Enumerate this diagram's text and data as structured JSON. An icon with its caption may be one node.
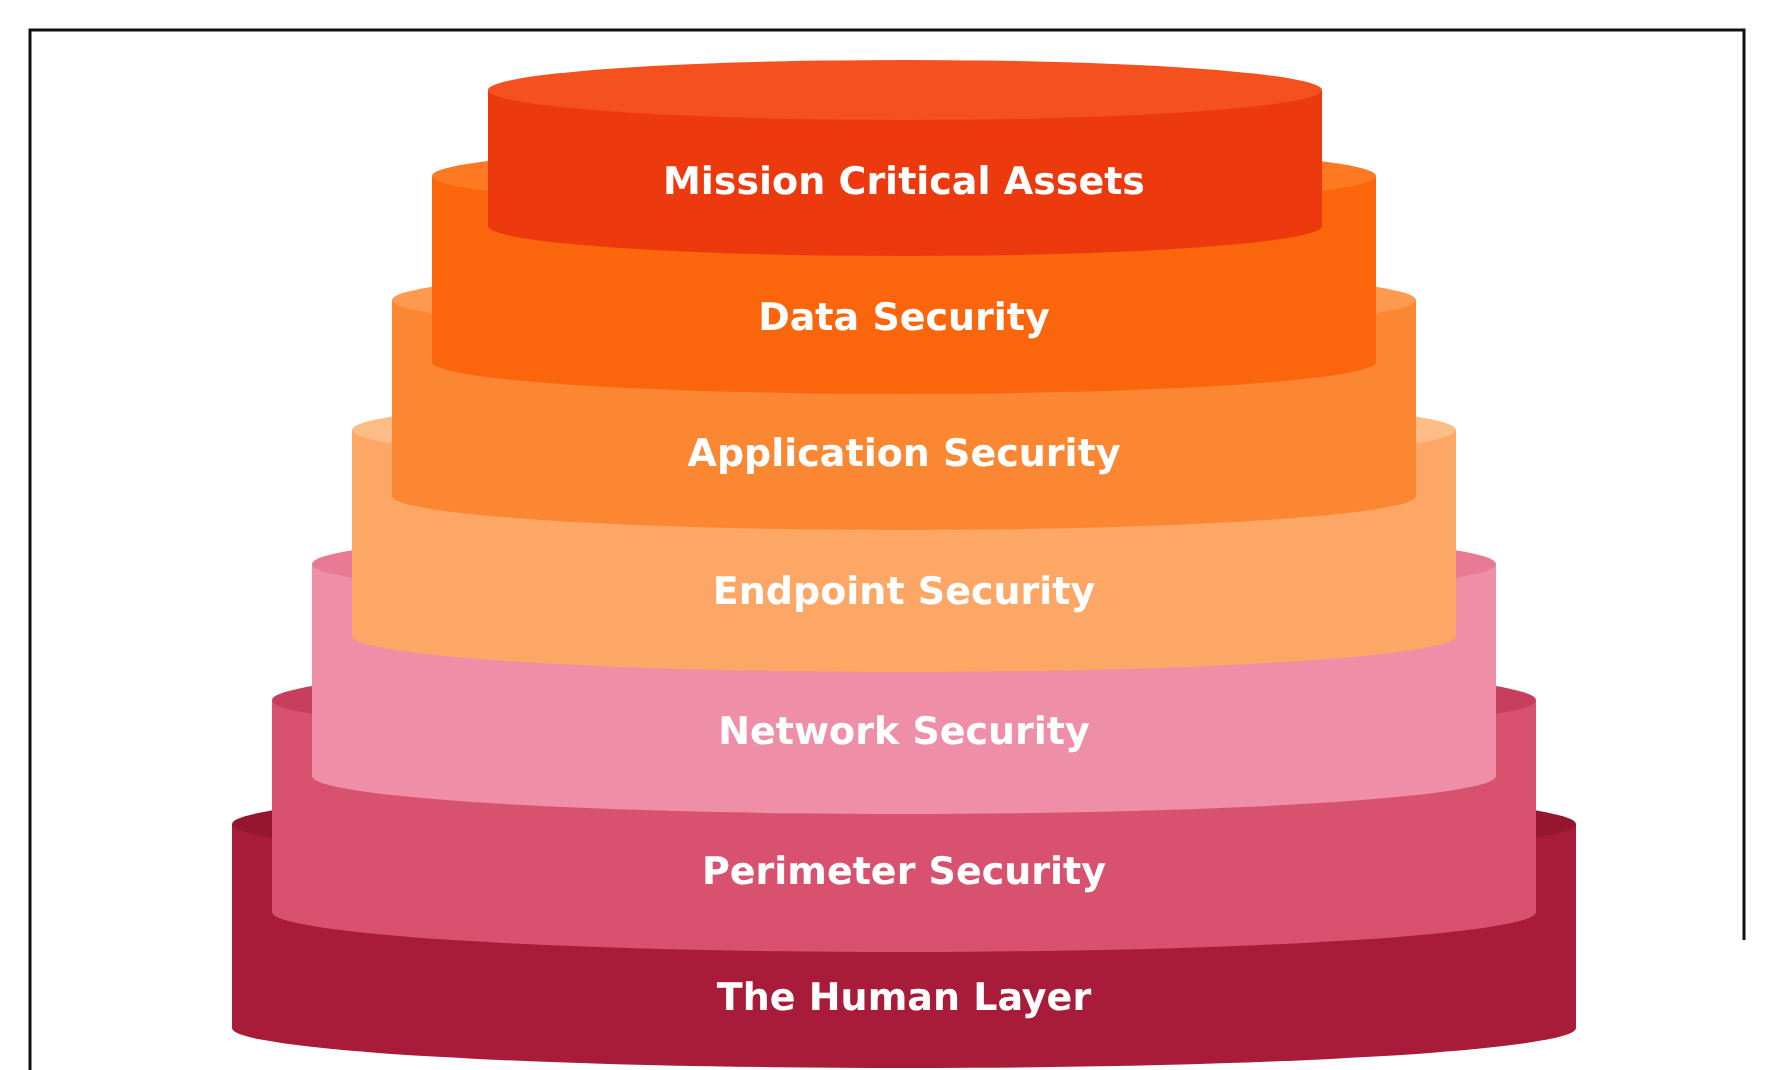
{
  "diagram": {
    "nodes": [
      {
        "text": [
          "Mission Critical Assets"
        ]
      },
      {
        "text": [
          "Data Security"
        ]
      },
      {
        "text": [
          "Application Security"
        ]
      },
      {
        "text": [
          "Endpoint Security"
        ]
      },
      {
        "text": [
          "Network Security"
        ]
      },
      {
        "text": [
          "Perimeter Security"
        ]
      },
      {
        "text": [
          "The Human Layer"
        ]
      }
    ]
  }
}
